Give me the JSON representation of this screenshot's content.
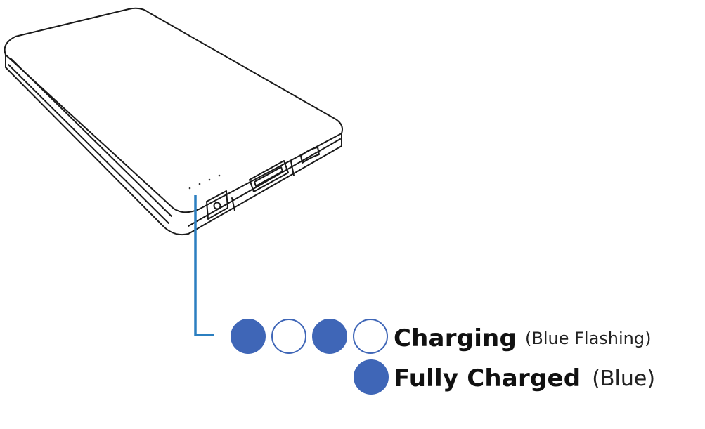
{
  "colors": {
    "led_blue": "#3f66b7",
    "callout_line": "#2b7fc0",
    "outline": "#1a1a1a"
  },
  "device": {
    "name": "power-bank",
    "led_count": 4
  },
  "legend": {
    "charging": {
      "label": "Charging",
      "detail": "(Blue Flashing)",
      "led_pattern": [
        true,
        false,
        true,
        false
      ]
    },
    "fully_charged": {
      "label": "Fully Charged",
      "detail": "(Blue)",
      "led_pattern": [
        true
      ]
    }
  }
}
